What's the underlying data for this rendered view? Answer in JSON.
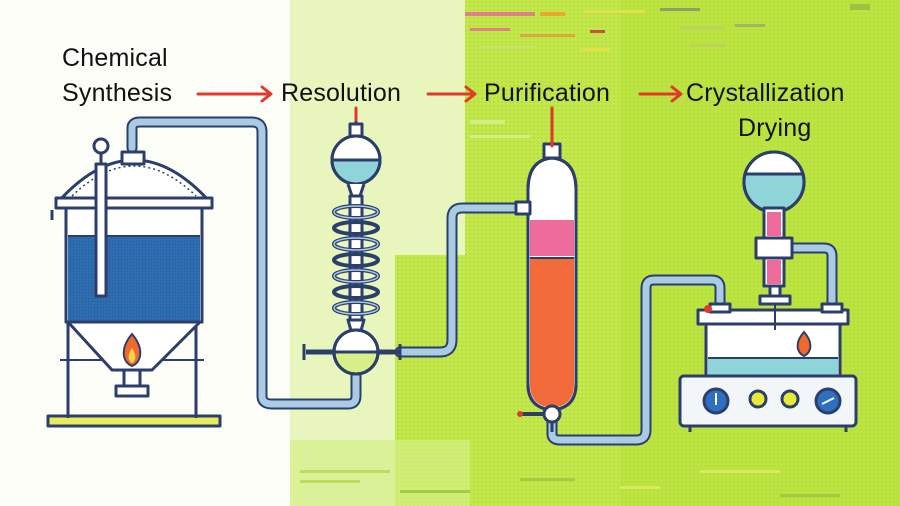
{
  "diagram": {
    "stages": [
      {
        "id": "synthesis",
        "label_line1": "Chemical",
        "label_line2": "Synthesis"
      },
      {
        "id": "resolution",
        "label": "Resolution"
      },
      {
        "id": "purification",
        "label": "Purification"
      },
      {
        "id": "crystallization",
        "label": "Crystallization"
      },
      {
        "id": "drying",
        "label": "Drying"
      }
    ]
  },
  "colors": {
    "background": "#fbfdf6",
    "lime": "#c3e84a",
    "outline": "#2c3f6c",
    "pipe": "#a9cbe3",
    "reactor_liquid": "#2d6db0",
    "light_blue_liquid": "#8ed4d8",
    "pink_band": "#ee6c9c",
    "orange_liquid": "#f06a3a",
    "flame": "#f2692a",
    "arrow": "#e23a2a",
    "dial_blue": "#2f6fbf",
    "knob_yellow": "#e6ea3a"
  }
}
